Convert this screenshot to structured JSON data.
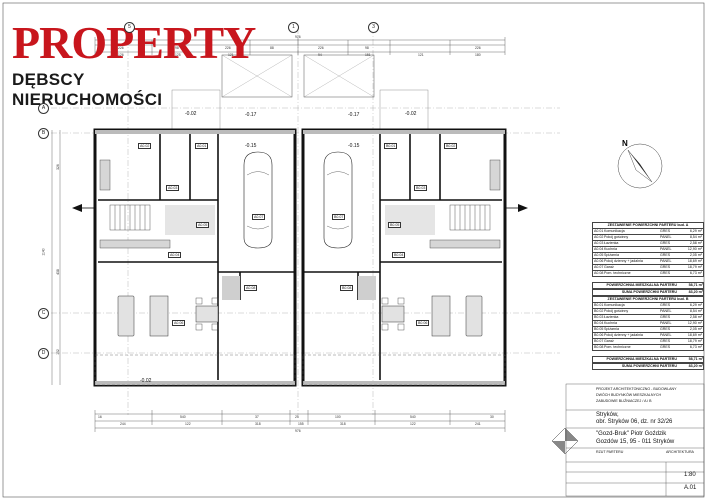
{
  "logo": {
    "main": "PROPERTY",
    "sub": "DĘBSCY NIERUCHOMOŚCI"
  },
  "grid_axes": {
    "columns": [
      "1",
      "3",
      "5"
    ],
    "rows": [
      "A",
      "B",
      "C",
      "D"
    ]
  },
  "levels": [
    "-0.17",
    "-0.15",
    "-0.02",
    "-0.17",
    "-0.15",
    "-0.02",
    "-0.02"
  ],
  "dims_top": [
    "226",
    "98",
    "226",
    "88",
    "226",
    "98",
    "226"
  ],
  "dims_top2": [
    "126",
    "125",
    "121",
    "94",
    "151",
    "121",
    "180"
  ],
  "dims_bottom": [
    "16",
    "540",
    "37",
    "25",
    "100",
    "540",
    "30"
  ],
  "dims_bottom2": [
    "244",
    "122",
    "318",
    "155",
    "318",
    "122",
    "241"
  ],
  "dims_total": "976",
  "dims_left": [
    "1140",
    "326",
    "438",
    "152"
  ],
  "rooms_a": [
    "A0.01",
    "A0.02",
    "A0.03",
    "A0.04",
    "A0.05",
    "A0.06",
    "A0.07",
    "A0.08"
  ],
  "rooms_b": [
    "B0.01",
    "B0.02",
    "B0.03",
    "B0.04",
    "B0.05",
    "B0.06",
    "B0.07",
    "B0.08"
  ],
  "table_a": {
    "title": "ZESTAWIENIE POWIERZCHNI PARTERU bud. A",
    "rows": [
      [
        "A0.01",
        "Komunikacja",
        "GRES",
        "6,29 m²"
      ],
      [
        "A0.02",
        "Pokój gościnny",
        "PANEL",
        "8,54 m²"
      ],
      [
        "A0.03",
        "Łazienka",
        "GRES",
        "2,58 m²"
      ],
      [
        "A0.04",
        "Kuchnia",
        "PANEL",
        "12,90 m²"
      ],
      [
        "A0.05",
        "Spiżarnia",
        "GRES",
        "2,05 m²"
      ],
      [
        "A0.06",
        "Pokój dzienny + jadalnia",
        "PANEL",
        "18,69 m²"
      ],
      [
        "A0.07",
        "Garaż",
        "GRES",
        "18,79 m²"
      ],
      [
        "A0.08",
        "Pom. techniczne",
        "GRES",
        "6,73 m²"
      ]
    ],
    "sum1_label": "POWIERZCHNIA MIESZKALNA PARTERU",
    "sum1_value": "58,71 m²",
    "sum2_label": "SUMA POWIERZCHNI PARTERU",
    "sum2_value": "83,20 m²"
  },
  "table_b": {
    "title": "ZESTAWIENIE POWIERZCHNI PARTERU bud. B",
    "rows": [
      [
        "B0.01",
        "Komunikacja",
        "GRES",
        "6,29 m²"
      ],
      [
        "B0.02",
        "Pokój gościnny",
        "PANEL",
        "8,54 m²"
      ],
      [
        "B0.03",
        "Łazienka",
        "GRES",
        "2,58 m²"
      ],
      [
        "B0.04",
        "Kuchnia",
        "PANEL",
        "12,90 m²"
      ],
      [
        "B0.05",
        "Spiżarnia",
        "GRES",
        "2,05 m²"
      ],
      [
        "B0.06",
        "Pokój dzienny + jadalnia",
        "PANEL",
        "18,69 m²"
      ],
      [
        "B0.07",
        "Garaż",
        "GRES",
        "18,79 m²"
      ],
      [
        "B0.08",
        "Pom. techniczne",
        "GRES",
        "6,73 m²"
      ]
    ],
    "sum1_label": "POWIERZCHNIA MIESZKALNA PARTERU",
    "sum1_value": "58,71 m²",
    "sum2_label": "SUMA POWIERZCHNI PARTERU",
    "sum2_value": "83,20 m²"
  },
  "title_block": {
    "project": "PROJEKT ARCHITEKTONICZNO - BUDOWLANY",
    "project2": "DWÓCH BUDYNKÓW MIESZKALNYCH",
    "project3": "ZABUDOWIE BLIŹNIACZEJ / A i B",
    "location1": "Stryków,",
    "location2": "obr. Stryków 06, dz. nr 32/26",
    "investor1": "\"Gozd-Bruk\" Piotr Goździk",
    "investor2": "Gozdów 15, 95 - 011 Stryków",
    "drawing": "RZUT PARTERU",
    "branch": "ARCHITEKTURA",
    "scale": "1:80",
    "sheet": "A.01"
  }
}
